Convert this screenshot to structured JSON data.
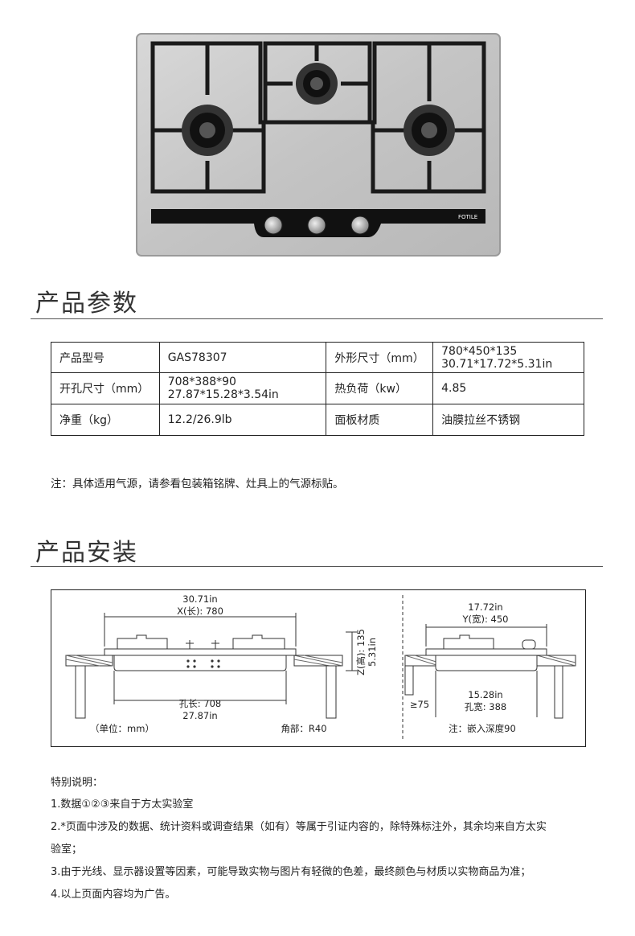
{
  "product_image": {
    "brand": "FOTILE"
  },
  "sections": {
    "params_title": "产品参数",
    "install_title": "产品安装"
  },
  "spec": {
    "model_label": "产品型号",
    "model_value": "GAS78307",
    "outer_label": "外形尺寸（mm）",
    "outer_value_mm": "780*450*135",
    "outer_value_in": "30.71*17.72*5.31in",
    "cutout_label": "开孔尺寸（mm）",
    "cutout_value_mm": "708*388*90",
    "cutout_value_in": "27.87*15.28*3.54in",
    "heat_label": "热负荷（kw）",
    "heat_value": "4.85",
    "weight_label": "净重（kg）",
    "weight_value": "12.2/26.9lb",
    "panel_label": "面板材质",
    "panel_value": "油膜拉丝不锈钢"
  },
  "note": "注：具体适用气源，请参看包装箱铭牌、灶具上的气源标贴。",
  "diagram": {
    "x_in": "30.71in",
    "x_mm": "X(长): 780",
    "z_mm": "Z(高): 135",
    "z_in": "5.31in",
    "cut_len_mm": "孔长: 708",
    "cut_len_in": "27.87in",
    "unit": "（单位：mm）",
    "corner": "角部：R40",
    "y_in": "17.72in",
    "y_mm": "Y(宽): 450",
    "min_gap": "≥75",
    "cut_wid_in": "15.28in",
    "cut_wid_mm": "孔宽: 388",
    "depth_note": "注：嵌入深度90"
  },
  "special": {
    "title": "特别说明：",
    "item1": "1.数据①②③来自于方太实验室",
    "item2a": "2.*页面中涉及的数据、统计资料或调查结果（如有）等属于引证内容的，除特殊标注外，其余均来自方太实",
    "item2b": "验室；",
    "item3": "3.由于光线、显示器设置等因素，可能导致实物与图片有轻微的色差，最终颜色与材质以实物商品为准；",
    "item4": "4.以上页面内容均为广告。"
  }
}
